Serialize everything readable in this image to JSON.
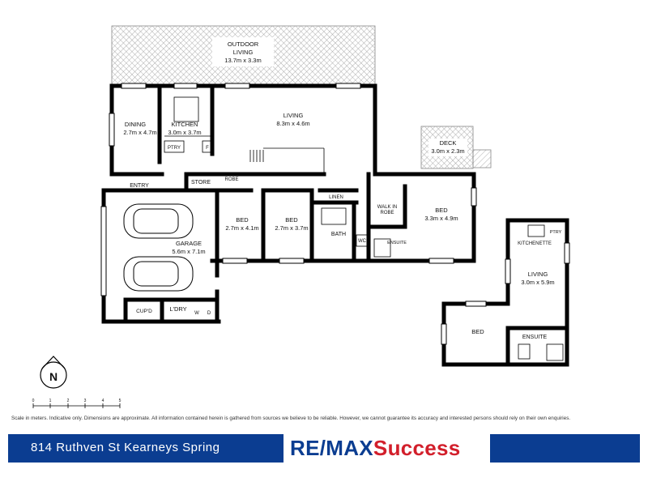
{
  "rooms": {
    "outdoor_living": {
      "name": "OUTDOOR",
      "name2": "LIVING",
      "size": "13.7m x 3.3m"
    },
    "dining": {
      "name": "DINING",
      "size": "2.7m x 4.7m"
    },
    "kitchen": {
      "name": "KITCHEN",
      "size": "3.0m x 3.7m"
    },
    "living": {
      "name": "LIVING",
      "size": "8.3m x 4.6m"
    },
    "deck": {
      "name": "DECK",
      "size": "3.0m x 2.3m"
    },
    "garage": {
      "name": "GARAGE",
      "size": "5.6m x 7.1m"
    },
    "bed1": {
      "name": "BED",
      "size": "2.7m x 4.1m"
    },
    "bed2": {
      "name": "BED",
      "size": "2.7m x 3.7m"
    },
    "bed3": {
      "name": "BED",
      "size": "3.3m x 4.9m"
    },
    "living2": {
      "name": "LIVING",
      "size": "3.0m x 5.9m"
    },
    "bed4": {
      "name": "BED"
    }
  },
  "small_labels": {
    "ptry": "PTRY",
    "fridge": "F",
    "entry": "ENTRY",
    "store": "STORE",
    "robe": "ROBE",
    "linen": "LINEN",
    "walk_in_robe_1": "WALK IN",
    "walk_in_robe_2": "ROBE",
    "bath": "BATH",
    "wc": "WC",
    "ensuite": "ENSUITE",
    "kitchenette": "KITCHENETTE",
    "ptry2": "PTRY",
    "ensuite2": "ENSUITE",
    "cupd": "CUP'D",
    "ldry": "L'DRY",
    "washer": "W",
    "dryer": "D"
  },
  "compass": {
    "letter": "N"
  },
  "scale": {
    "ticks": [
      "0",
      "1",
      "2",
      "3",
      "4",
      "5"
    ]
  },
  "disclaimer": "Scale in meters. Indicative only. Dimensions are approximate. All information contained herein is gathered from sources we believe to be reliable. However, we cannot guarantee its accuracy and interested persons should rely on their own enquiries.",
  "footer": {
    "address": "814 Ruthven St Kearneys Spring",
    "brand_part1": "RE/MAX",
    "brand_part2": "Success"
  },
  "colors": {
    "wall": "#000000",
    "footer_blue": "#0b3d91",
    "brand_red": "#d21f2b",
    "hatch": "#9a9a9a"
  }
}
